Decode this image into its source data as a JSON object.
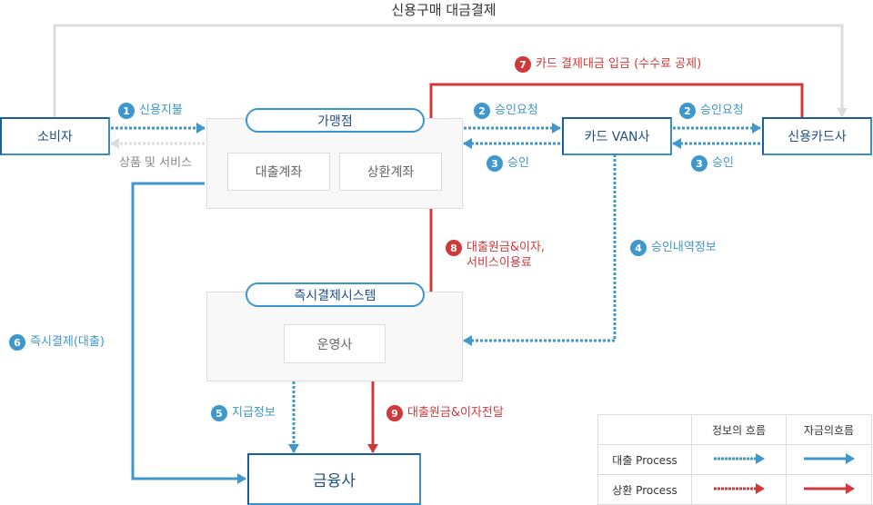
{
  "title": "신용구매 대금결제",
  "nodes": {
    "consumer": "소비자",
    "merchant": "가맹점",
    "loan_account": "대출계좌",
    "repay_account": "상환계좌",
    "van": "카드 VAN사",
    "card_company": "신용카드사",
    "instant_system": "즉시결제시스템",
    "operator": "운영사",
    "financial": "금융사"
  },
  "steps": [
    {
      "num": "1",
      "label": "신용지불"
    },
    {
      "num": "2",
      "label": "승인요청"
    },
    {
      "num": "3",
      "label": "승인"
    },
    {
      "num": "4",
      "label": "승인내역정보"
    },
    {
      "num": "5",
      "label": "지급정보"
    },
    {
      "num": "6",
      "label": "즉시결제(대출)"
    },
    {
      "num": "7",
      "label": "카드 결제대금 입금 (수수료 공제)"
    },
    {
      "num": "8",
      "label": "대출원금&이자,",
      "label2": "서비스이용료"
    },
    {
      "num": "9",
      "label": "대출원금&이자전달"
    }
  ],
  "goods_label": "상품 및 서비스",
  "legend": {
    "col1": "정보의 흐름",
    "col2": "자금의흐름",
    "row1": "대출 Process",
    "row2": "상환 Process"
  },
  "colors": {
    "blue": "#3f97cc",
    "red": "#d0393a",
    "dark_blue": "#1b5ea0",
    "gray": "#d9d9d9"
  }
}
